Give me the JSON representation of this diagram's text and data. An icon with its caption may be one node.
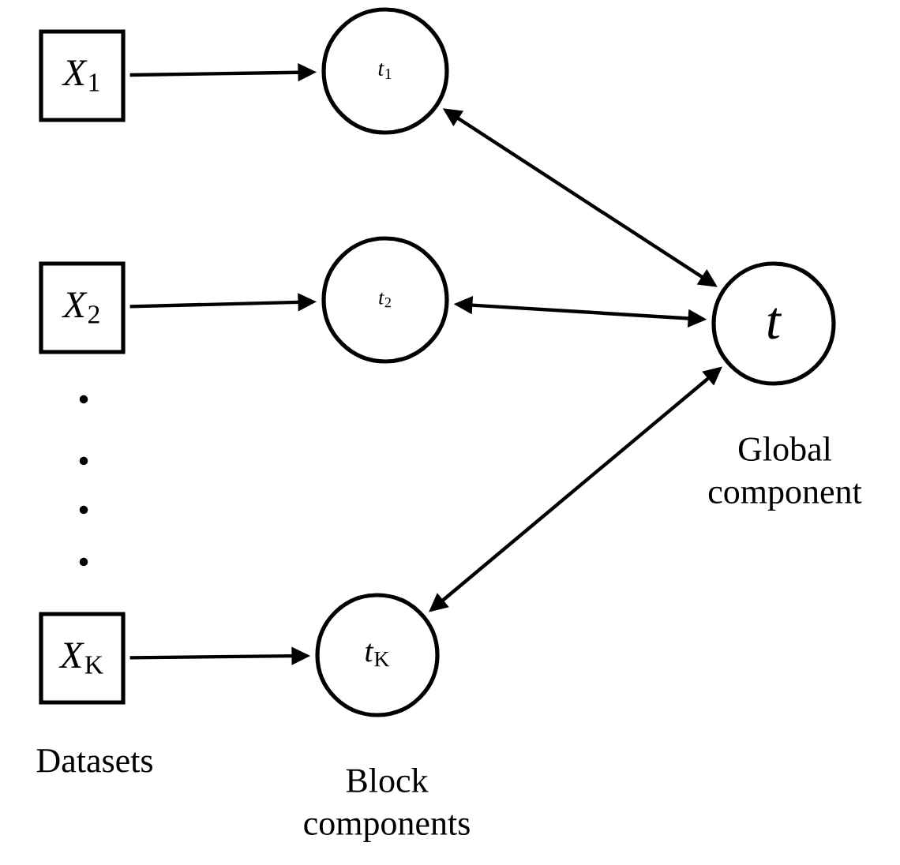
{
  "diagram": {
    "nodes": [
      {
        "text": [
          "*X*$_{1}$"
        ]
      },
      {
        "text": [
          "*X*$_{2}$"
        ]
      },
      {
        "text": [
          "*X*$_{K}$"
        ],
        "beside": [
          "Datasets"
        ]
      },
      {
        "text": [
          "*t*$_{1}$"
        ]
      },
      {
        "text": [
          "*t*$_{2}$"
        ]
      },
      {
        "text": [
          "*t*$_{K}$"
        ],
        "beside": [
          "Block components"
        ]
      },
      {
        "text": [
          "*t*"
        ],
        "beside": [
          "Global component"
        ]
      }
    ],
    "edges": [
      {
        "from": 0,
        "to": 3,
        "arrow": "to"
      },
      {
        "from": 1,
        "to": 4,
        "arrow": "to"
      },
      {
        "from": 2,
        "to": 5,
        "arrow": "to"
      },
      {
        "from": 3,
        "to": 6,
        "arrow": "both"
      },
      {
        "from": 4,
        "to": 6,
        "arrow": "both"
      },
      {
        "from": 5,
        "to": 6,
        "arrow": "both"
      }
    ]
  }
}
